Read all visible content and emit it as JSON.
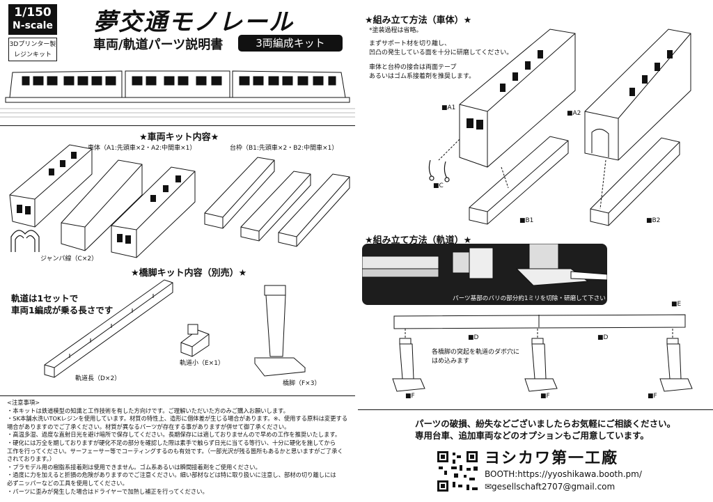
{
  "header": {
    "scale_top": "1/150",
    "scale_bottom": "N-scale",
    "kit_type_line1": "3Dプリンター製",
    "kit_type_line2": "レジンキット",
    "title": "夢交通モノレール",
    "subtitle": "車両/軌道パーツ説明書",
    "formation": "3両編成キット"
  },
  "vehicle_kit": {
    "heading": "★車両キット内容★",
    "body_label": "車体（A1:先頭車×2・A2:中間車×1）",
    "truck_label": "台枠（B1:先頭車×2・B2:中間車×1）",
    "jumper_label": "ジャンパ線（C×2）"
  },
  "pier_kit": {
    "heading": "★橋脚キット内容（別売）★",
    "note_line1": "軌道は1セットで",
    "note_line2": "車両1編成が乗る長さです",
    "rail_long": "軌道長（D×2）",
    "rail_short": "軌道小（E×1）",
    "pier": "橋脚（F×3）"
  },
  "assembly_car": {
    "heading": "★組み立て方法（車体）★",
    "note1": "*塗装過程は省略。",
    "note2": "まずサポート材を切り離し、",
    "note3": "凹凸の発生している面を十分に研磨してください。",
    "note4": "車体と台枠の接合は両面テープ",
    "note5": "あるいはゴム系接着剤を推奨します。",
    "labels": {
      "a1": "■A1",
      "a2": "■A2",
      "b1": "■B1",
      "b2": "■B2",
      "c": "■C"
    }
  },
  "assembly_track": {
    "heading": "★組み立て方法（軌道）★",
    "panel_caption": "パーツ基部のバリの部分約1ミリを切除・研磨して下さい",
    "pier_note1": "各橋脚の突起を軌道のダボ穴に",
    "pier_note2": "はめ込みます",
    "labels": {
      "d1": "■D",
      "d2": "■D",
      "e": "■E",
      "f1": "■F",
      "f2": "■F",
      "f3": "■F"
    }
  },
  "notes": {
    "heading": "<注意事項>",
    "lines": [
      "・本キットは鉄道模型の知識と工作技術を有した方向けです。ご理解いただいた方のみご購入お願いします。",
      "・SK本舗水洗いTOKレジンを使用しています。材質の特性上、造形に個体差が生じる場合があります。※、使用する原料は変更する",
      "場合がありますのでご了承ください。材質が異なるパーツが存在する事がありますが併せて御了承ください。",
      "・高温多湿、過度な直射日光を避け暗所で保存してください。長期保存には適しておりませんので早めの工作を推奨いたします。",
      "・硬化には万全を期しておりますが硬化不足の部分を確認した際は素手で触らず日光に当てる等行い、十分に硬化を施してから",
      "工作を行ってください。サーフェーサー等でコーティングするのも有効です。（一部光沢が残る箇所もあるかと思いますがご了承く",
      "されております。）",
      "・プラモデル用の樹脂系接着剤は使用できません。ゴム系あるいは瞬間接着剤をご使用ください。",
      "・過度に力を加えると折損の危険がありますのでご注意ください。細い部材などは特に取り扱いに注意し、部材の切り離しには",
      "必ずニッパーなどの工具を使用してください。",
      "・パーツに歪みが発生した場合はドライヤーで加熱し補正を行ってください。"
    ]
  },
  "footer": {
    "message_line1": "パーツの破損、紛失などございましたらお気軽にご相談ください。",
    "message_line2": "専用台車、追加車両などのオプションもご用意しています。",
    "maker": "ヨシカワ第一工廠",
    "booth": "BOOTH:https://yyoshikawa.booth.pm/",
    "email": "✉gesellschaft2707@gmail.com"
  }
}
